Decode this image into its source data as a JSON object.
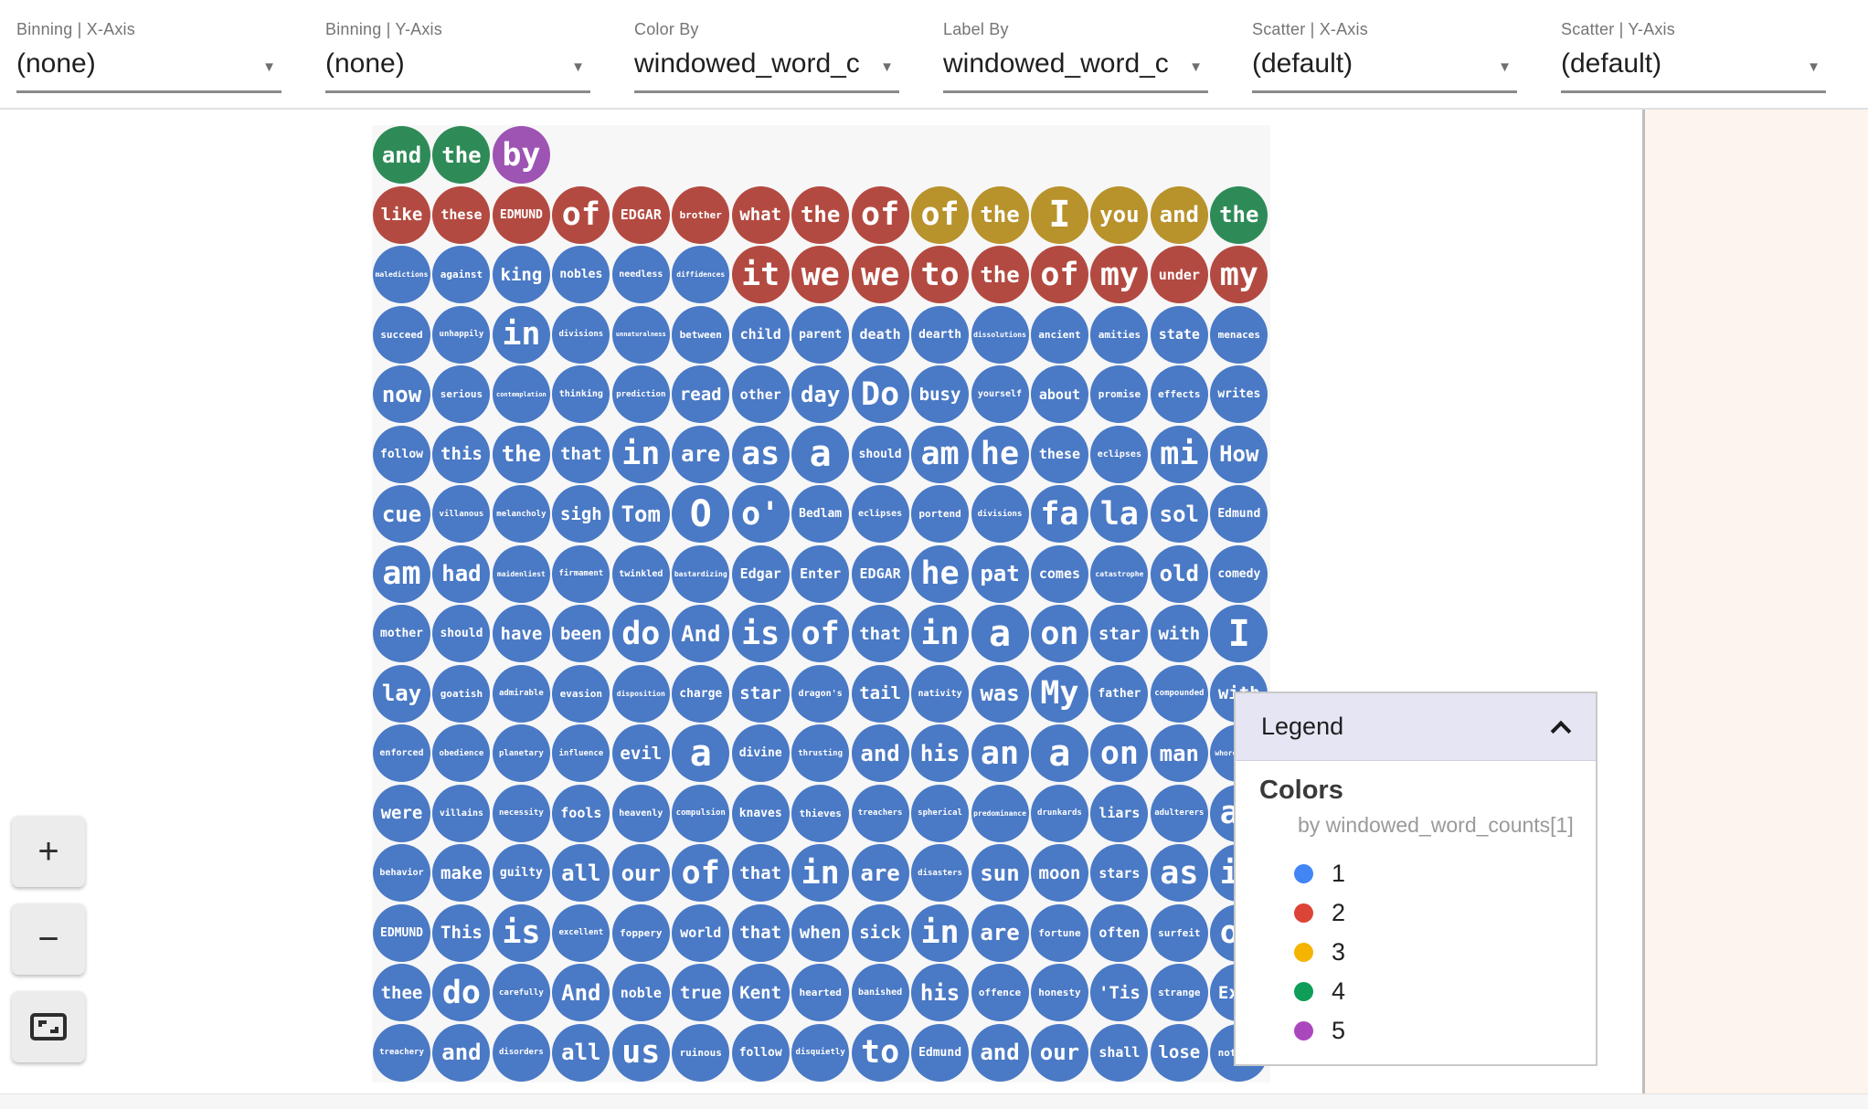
{
  "toolbar": {
    "dropdowns": [
      {
        "id": "binning-x-axis",
        "label": "Binning | X-Axis",
        "value": "(none)"
      },
      {
        "id": "binning-y-axis",
        "label": "Binning | Y-Axis",
        "value": "(none)"
      },
      {
        "id": "color-by",
        "label": "Color By",
        "value": "windowed_word_counts"
      },
      {
        "id": "label-by",
        "label": "Label By",
        "value": "windowed_word_counts"
      },
      {
        "id": "scatter-x-axis",
        "label": "Scatter | X-Axis",
        "value": "(default)"
      },
      {
        "id": "scatter-y-axis",
        "label": "Scatter | Y-Axis",
        "value": "(default)"
      }
    ]
  },
  "zoom_controls": {
    "zoom_in_label": "+",
    "zoom_out_label": "−",
    "fit_button": "zoom-to-fit"
  },
  "legend": {
    "title": "Legend",
    "collapse_icon": "chevron-up",
    "section_title": "Colors",
    "subtitle": "by windowed_word_counts[1]",
    "items": [
      {
        "label": "1",
        "color": "#4285f4"
      },
      {
        "label": "2",
        "color": "#db4437"
      },
      {
        "label": "3",
        "color": "#f4b400"
      },
      {
        "label": "4",
        "color": "#0f9d58"
      },
      {
        "label": "5",
        "color": "#ab47bc"
      }
    ]
  },
  "grid": {
    "circle_colors": {
      "1": "#4a79c5",
      "2": "#b34a41",
      "3": "#b8922b",
      "4": "#2e8b58",
      "5": "#9d54b3"
    },
    "rows": [
      [
        [
          "and",
          4
        ],
        [
          "the",
          4
        ],
        [
          "by",
          5
        ]
      ],
      [
        [
          "like",
          2
        ],
        [
          "these",
          2
        ],
        [
          "EDMUND",
          2
        ],
        [
          "of",
          2
        ],
        [
          "EDGAR",
          2
        ],
        [
          "brother",
          2
        ],
        [
          "what",
          2
        ],
        [
          "the",
          2
        ],
        [
          "of",
          2
        ],
        [
          "of",
          3
        ],
        [
          "the",
          3
        ],
        [
          "I",
          3
        ],
        [
          "you",
          3
        ],
        [
          "and",
          3
        ],
        [
          "the",
          4
        ]
      ],
      [
        [
          "maledictions",
          1
        ],
        [
          "against",
          1
        ],
        [
          "king",
          1
        ],
        [
          "nobles",
          1
        ],
        [
          "needless",
          1
        ],
        [
          "diffidences",
          1
        ],
        [
          "it",
          2
        ],
        [
          "we",
          2
        ],
        [
          "we",
          2
        ],
        [
          "to",
          2
        ],
        [
          "the",
          2
        ],
        [
          "of",
          2
        ],
        [
          "my",
          2
        ],
        [
          "under",
          2
        ],
        [
          "my",
          2
        ]
      ],
      [
        "succeed",
        "unhappily",
        "in",
        "divisions",
        "unnaturalness",
        "between",
        "child",
        "parent",
        "death",
        "dearth",
        "dissolutions",
        "ancient",
        "amities",
        "state",
        "menaces"
      ],
      [
        "now",
        "serious",
        "contemplation",
        "thinking",
        "prediction",
        "read",
        "other",
        "day",
        "Do",
        "busy",
        "yourself",
        "about",
        "promise",
        "effects",
        "writes"
      ],
      [
        "follow",
        "this",
        "the",
        "that",
        "in",
        "are",
        "as",
        "a",
        "should",
        "am",
        "he",
        "these",
        "eclipses",
        "mi",
        "How"
      ],
      [
        "cue",
        "villanous",
        "melancholy",
        "sigh",
        "Tom",
        "O",
        "o'",
        "Bedlam",
        "eclipses",
        "portend",
        "divisions",
        "fa",
        "la",
        "sol",
        "Edmund"
      ],
      [
        "am",
        "had",
        "maidenliest",
        "firmament",
        "twinkled",
        "bastardizing",
        "Edgar",
        "Enter",
        "EDGAR",
        "he",
        "pat",
        "comes",
        "catastrophe",
        "old",
        "comedy"
      ],
      [
        "mother",
        "should",
        "have",
        "been",
        "do",
        "And",
        "is",
        "of",
        "that",
        "in",
        "a",
        "on",
        "star",
        "with",
        "I"
      ],
      [
        "lay",
        "goatish",
        "admirable",
        "evasion",
        "disposition",
        "charge",
        "star",
        "dragon's",
        "tail",
        "nativity",
        "was",
        "My",
        "father",
        "compounded",
        "with"
      ],
      [
        "enforced",
        "obedience",
        "planetary",
        "influence",
        "evil",
        "a",
        "divine",
        "thrusting",
        "and",
        "his",
        "an",
        "a",
        "on",
        "man",
        "whoremaster"
      ],
      [
        "were",
        "villains",
        "necessity",
        "fools",
        "heavenly",
        "compulsion",
        "knaves",
        "thieves",
        "treachers",
        "spherical",
        "predominance",
        "drunkards",
        "liars",
        "adulterers",
        "an"
      ],
      [
        "behavior",
        "make",
        "guilty",
        "all",
        "our",
        "of",
        "that",
        "in",
        "are",
        "disasters",
        "sun",
        "moon",
        "stars",
        "as",
        "if"
      ],
      [
        "EDMUND",
        "This",
        "is",
        "excellent",
        "foppery",
        "world",
        "that",
        "when",
        "sick",
        "in",
        "are",
        "fortune",
        "often",
        "surfeit",
        "of"
      ],
      [
        "thee",
        "do",
        "carefully",
        "And",
        "noble",
        "true",
        "Kent",
        "hearted",
        "banished",
        "his",
        "offence",
        "honesty",
        "'Tis",
        "strange",
        "Exit"
      ],
      [
        "treachery",
        "and",
        "disorders",
        "all",
        "us",
        "ruinous",
        "follow",
        "disquietly",
        "to",
        "Edmund",
        "and",
        "our",
        "shall",
        "lose",
        "nothing"
      ]
    ]
  }
}
